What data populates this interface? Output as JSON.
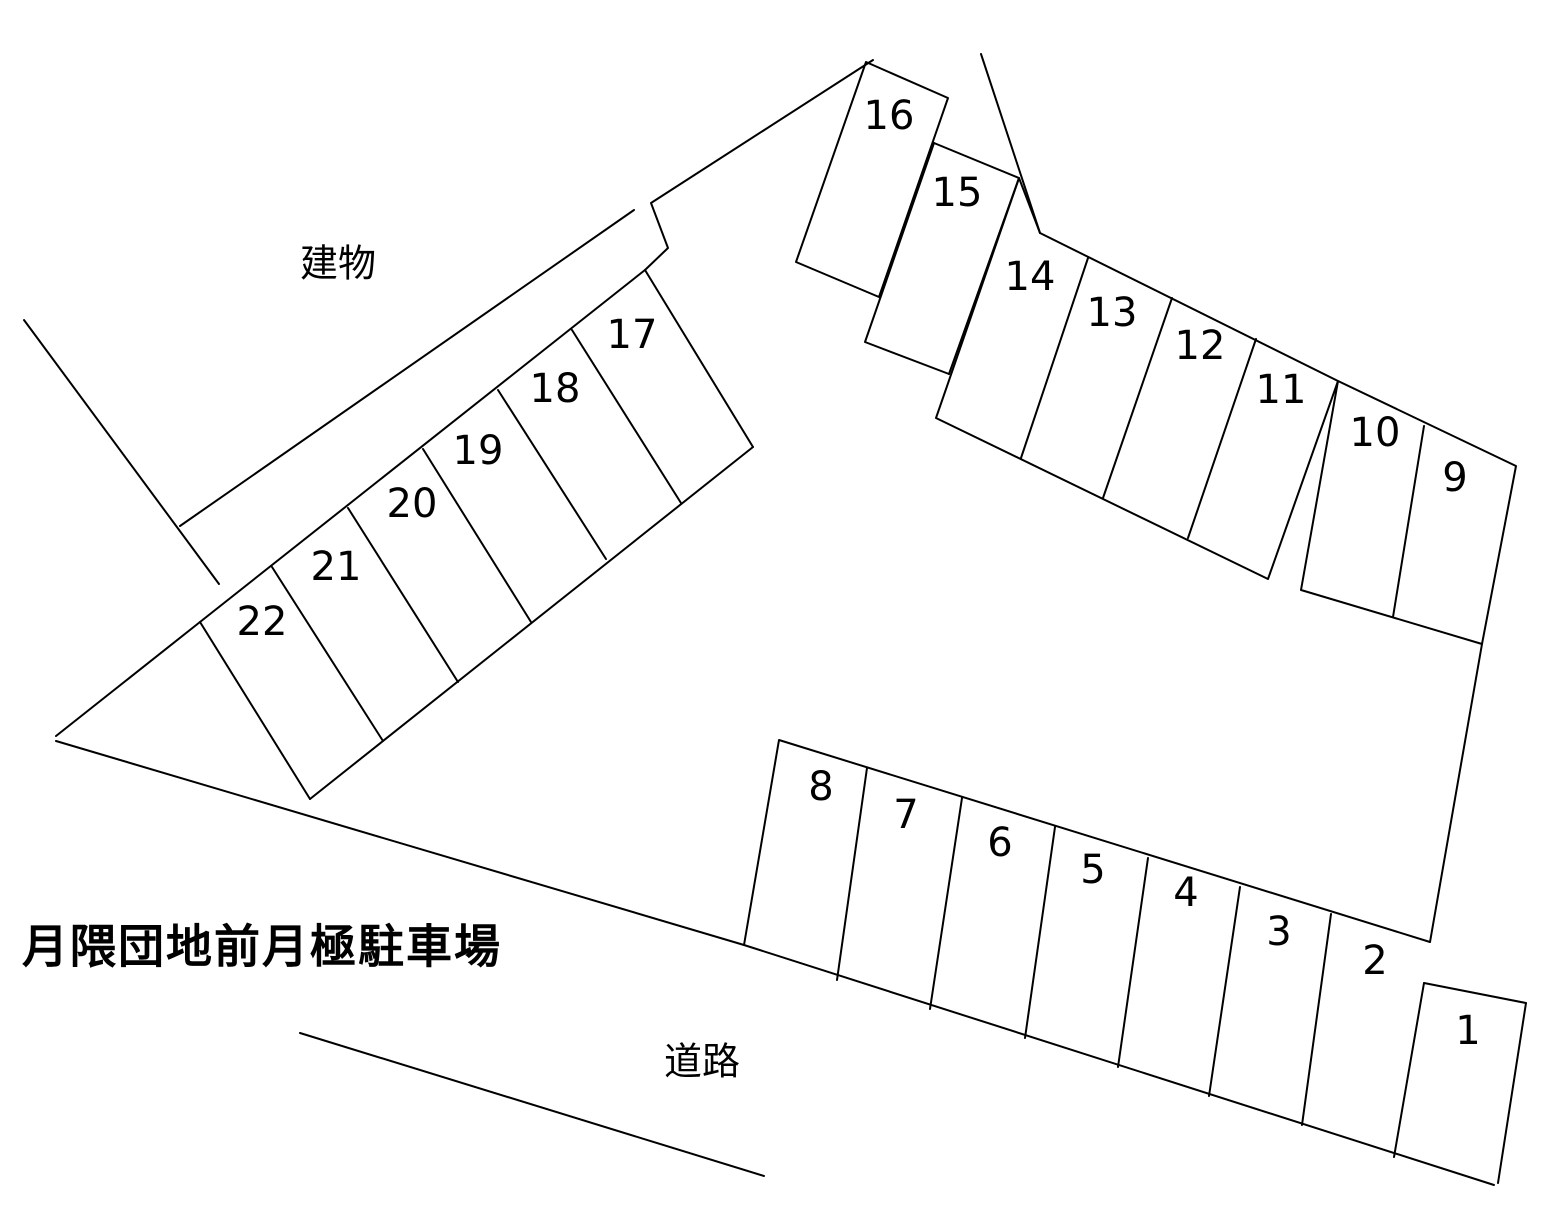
{
  "title": "月隈団地前月極駐車場",
  "labels": {
    "building": "建物",
    "road": "道路"
  },
  "spaces": [
    "1",
    "2",
    "3",
    "4",
    "5",
    "6",
    "7",
    "8",
    "9",
    "10",
    "11",
    "12",
    "13",
    "14",
    "15",
    "16",
    "17",
    "18",
    "19",
    "20",
    "21",
    "22"
  ]
}
